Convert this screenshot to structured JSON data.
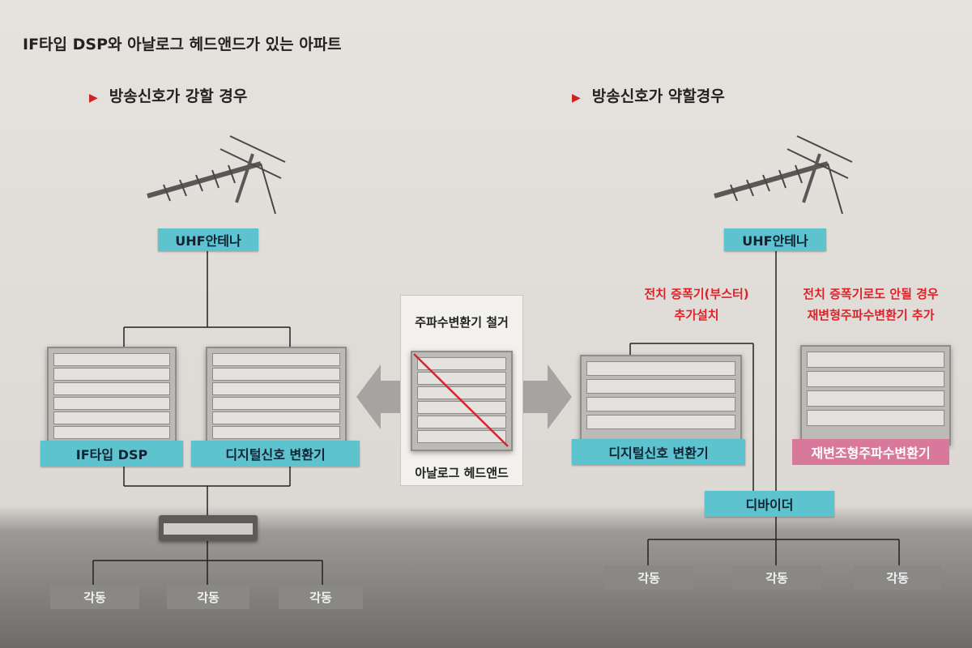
{
  "title": "IF타입 DSP와 아날로그 헤드앤드가 있는 아파트",
  "left": {
    "heading": "방송신호가 강할 경우",
    "antenna_label": "UHF안테나",
    "box1_label": "IF타입 DSP",
    "box2_label": "디지털신호 변환기",
    "outputs": [
      "각동",
      "각동",
      "각동"
    ]
  },
  "center": {
    "top_text": "주파수변환기 철거",
    "bottom_text": "아날로그 헤드앤드"
  },
  "right": {
    "heading": "방송신호가 약할경우",
    "antenna_label": "UHF안테나",
    "note1_line1": "전치 증폭기(부스터)",
    "note1_line2": "추가설치",
    "note2_line1": "전치 증폭기로도 안될 경우",
    "note2_line2": "재변형주파수변환기 추가",
    "box1_label": "디지털신호 변환기",
    "box2_label": "재변조형주파수변환기",
    "divider_label": "디바이더",
    "outputs": [
      "각동",
      "각동",
      "각동"
    ]
  },
  "colors": {
    "label_cyan": "#5cc3cf",
    "label_pink": "#d8789a",
    "note_red": "#e0212a",
    "output_gray": "#8a8886",
    "arrow_gray": "#9c9a97",
    "strike_red": "#e0212a"
  }
}
